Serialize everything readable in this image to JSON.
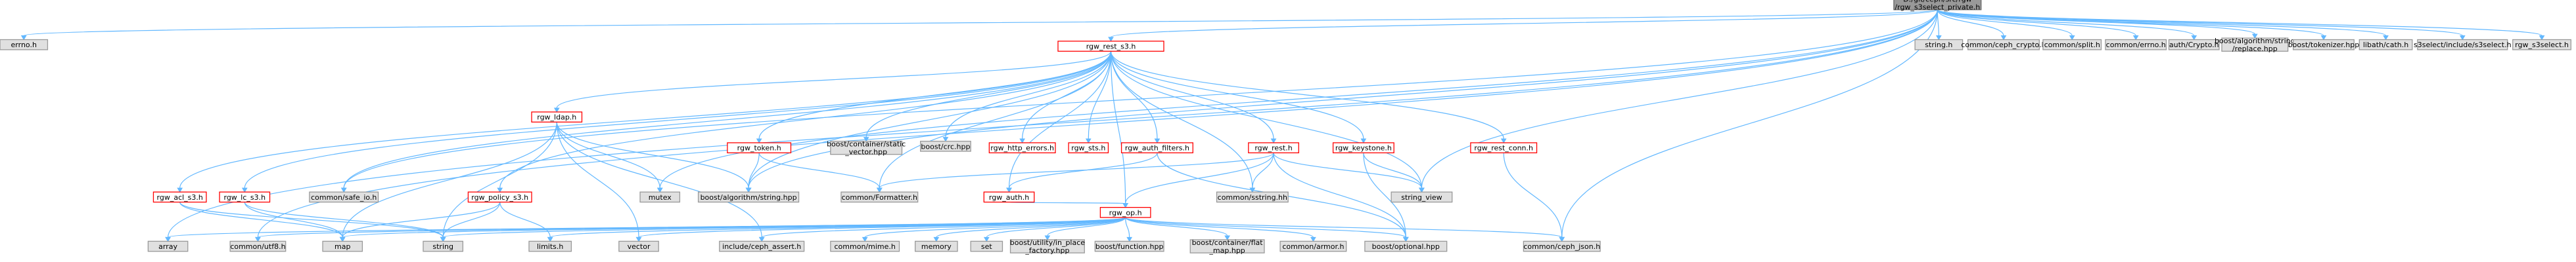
{
  "nodes": [
    {
      "id": "root",
      "lines": [
        "D:/git/ceph/src/rgw",
        "/rgw_s3select_private.h"
      ],
      "style": "focus"
    },
    {
      "id": "errno",
      "lines": [
        "errno.h"
      ],
      "style": "grey"
    },
    {
      "id": "rest_s3",
      "lines": [
        "rgw_rest_s3.h"
      ],
      "style": "red"
    },
    {
      "id": "string_h",
      "lines": [
        "string.h"
      ],
      "style": "grey"
    },
    {
      "id": "ceph_crypto",
      "lines": [
        "common/ceph_crypto.h"
      ],
      "style": "grey"
    },
    {
      "id": "split",
      "lines": [
        "common/split.h"
      ],
      "style": "grey"
    },
    {
      "id": "c_errno",
      "lines": [
        "common/errno.h"
      ],
      "style": "grey"
    },
    {
      "id": "auth_crypto",
      "lines": [
        "auth/Crypto.h"
      ],
      "style": "grey"
    },
    {
      "id": "ba_string_replace",
      "lines": [
        "boost/algorithm/string",
        "/replace.hpp"
      ],
      "style": "grey"
    },
    {
      "id": "tokenizer",
      "lines": [
        "boost/tokenizer.hpp"
      ],
      "style": "grey"
    },
    {
      "id": "libath",
      "lines": [
        "libath/cath.h"
      ],
      "style": "grey"
    },
    {
      "id": "s3select_h",
      "lines": [
        "s3select/include/s3select.h"
      ],
      "style": "grey"
    },
    {
      "id": "rgw_s3select",
      "lines": [
        "rgw_s3select.h"
      ],
      "style": "grey"
    },
    {
      "id": "ldap",
      "lines": [
        "rgw_ldap.h"
      ],
      "style": "red"
    },
    {
      "id": "token",
      "lines": [
        "rgw_token.h"
      ],
      "style": "red"
    },
    {
      "id": "static_vector",
      "lines": [
        "boost/container/static",
        "_vector.hpp"
      ],
      "style": "grey"
    },
    {
      "id": "crc",
      "lines": [
        "boost/crc.hpp"
      ],
      "style": "grey"
    },
    {
      "id": "http_errors",
      "lines": [
        "rgw_http_errors.h"
      ],
      "style": "red"
    },
    {
      "id": "sts",
      "lines": [
        "rgw_sts.h"
      ],
      "style": "red"
    },
    {
      "id": "auth_filters",
      "lines": [
        "rgw_auth_filters.h"
      ],
      "style": "red"
    },
    {
      "id": "rest",
      "lines": [
        "rgw_rest.h"
      ],
      "style": "red"
    },
    {
      "id": "keystone",
      "lines": [
        "rgw_keystone.h"
      ],
      "style": "red"
    },
    {
      "id": "rest_conn",
      "lines": [
        "rgw_rest_conn.h"
      ],
      "style": "red"
    },
    {
      "id": "acl_s3",
      "lines": [
        "rgw_acl_s3.h"
      ],
      "style": "red"
    },
    {
      "id": "lc_s3",
      "lines": [
        "rgw_lc_s3.h"
      ],
      "style": "red"
    },
    {
      "id": "safe_io",
      "lines": [
        "common/safe_io.h"
      ],
      "style": "grey"
    },
    {
      "id": "policy_s3",
      "lines": [
        "rgw_policy_s3.h"
      ],
      "style": "red"
    },
    {
      "id": "mutex",
      "lines": [
        "mutex"
      ],
      "style": "grey"
    },
    {
      "id": "ba_string",
      "lines": [
        "boost/algorithm/string.hpp"
      ],
      "style": "grey"
    },
    {
      "id": "formatter",
      "lines": [
        "common/Formatter.h"
      ],
      "style": "grey"
    },
    {
      "id": "auth",
      "lines": [
        "rgw_auth.h"
      ],
      "style": "red"
    },
    {
      "id": "sstring",
      "lines": [
        "common/sstring.hh"
      ],
      "style": "grey"
    },
    {
      "id": "string_view",
      "lines": [
        "string_view"
      ],
      "style": "grey"
    },
    {
      "id": "op",
      "lines": [
        "rgw_op.h"
      ],
      "style": "red"
    },
    {
      "id": "array",
      "lines": [
        "array"
      ],
      "style": "grey"
    },
    {
      "id": "utf8",
      "lines": [
        "common/utf8.h"
      ],
      "style": "grey"
    },
    {
      "id": "map",
      "lines": [
        "map"
      ],
      "style": "grey"
    },
    {
      "id": "string",
      "lines": [
        "string"
      ],
      "style": "grey"
    },
    {
      "id": "limits",
      "lines": [
        "limits.h"
      ],
      "style": "grey"
    },
    {
      "id": "vector",
      "lines": [
        "vector"
      ],
      "style": "grey"
    },
    {
      "id": "ceph_assert",
      "lines": [
        "include/ceph_assert.h"
      ],
      "style": "grey"
    },
    {
      "id": "mime",
      "lines": [
        "common/mime.h"
      ],
      "style": "grey"
    },
    {
      "id": "memory",
      "lines": [
        "memory"
      ],
      "style": "grey"
    },
    {
      "id": "set",
      "lines": [
        "set"
      ],
      "style": "grey"
    },
    {
      "id": "in_place",
      "lines": [
        "boost/utility/in_place",
        "_factory.hpp"
      ],
      "style": "grey"
    },
    {
      "id": "function",
      "lines": [
        "boost/function.hpp"
      ],
      "style": "grey"
    },
    {
      "id": "flat_map",
      "lines": [
        "boost/container/flat",
        "_map.hpp"
      ],
      "style": "grey"
    },
    {
      "id": "armor",
      "lines": [
        "common/armor.h"
      ],
      "style": "grey"
    },
    {
      "id": "optional",
      "lines": [
        "boost/optional.hpp"
      ],
      "style": "grey"
    },
    {
      "id": "ceph_json",
      "lines": [
        "common/ceph_json.h"
      ],
      "style": "grey"
    }
  ],
  "edges": [
    [
      "root",
      "errno"
    ],
    [
      "root",
      "rest_s3"
    ],
    [
      "root",
      "string_h"
    ],
    [
      "root",
      "ceph_crypto"
    ],
    [
      "root",
      "split"
    ],
    [
      "root",
      "c_errno"
    ],
    [
      "root",
      "auth_crypto"
    ],
    [
      "root",
      "ba_string_replace"
    ],
    [
      "root",
      "tokenizer"
    ],
    [
      "root",
      "libath"
    ],
    [
      "root",
      "s3select_h"
    ],
    [
      "root",
      "rgw_s3select"
    ],
    [
      "root",
      "array"
    ],
    [
      "root",
      "utf8"
    ],
    [
      "root",
      "safe_io"
    ],
    [
      "root",
      "ba_string"
    ],
    [
      "root",
      "string_view"
    ],
    [
      "root",
      "ceph_json"
    ],
    [
      "root",
      "mutex"
    ],
    [
      "rest_s3",
      "ldap"
    ],
    [
      "rest_s3",
      "token"
    ],
    [
      "rest_s3",
      "static_vector"
    ],
    [
      "rest_s3",
      "crc"
    ],
    [
      "rest_s3",
      "http_errors"
    ],
    [
      "rest_s3",
      "sts"
    ],
    [
      "rest_s3",
      "auth_filters"
    ],
    [
      "rest_s3",
      "rest"
    ],
    [
      "rest_s3",
      "keystone"
    ],
    [
      "rest_s3",
      "rest_conn"
    ],
    [
      "rest_s3",
      "acl_s3"
    ],
    [
      "rest_s3",
      "lc_s3"
    ],
    [
      "rest_s3",
      "policy_s3"
    ],
    [
      "rest_s3",
      "safe_io"
    ],
    [
      "rest_s3",
      "ba_string"
    ],
    [
      "rest_s3",
      "auth"
    ],
    [
      "rest_s3",
      "sstring"
    ],
    [
      "rest_s3",
      "string_view"
    ],
    [
      "rest_s3",
      "op"
    ],
    [
      "rest_s3",
      "formatter"
    ],
    [
      "ldap",
      "mutex"
    ],
    [
      "ldap",
      "ba_string"
    ],
    [
      "ldap",
      "string"
    ],
    [
      "ldap",
      "vector"
    ],
    [
      "ldap",
      "ceph_assert"
    ],
    [
      "ldap",
      "map"
    ],
    [
      "token",
      "formatter"
    ],
    [
      "token",
      "ba_string"
    ],
    [
      "auth_filters",
      "auth"
    ],
    [
      "auth_filters",
      "optional"
    ],
    [
      "rest",
      "op"
    ],
    [
      "rest",
      "sstring"
    ],
    [
      "rest",
      "string_view"
    ],
    [
      "rest",
      "optional"
    ],
    [
      "rest",
      "formatter"
    ],
    [
      "keystone",
      "string_view"
    ],
    [
      "keystone",
      "optional"
    ],
    [
      "rest_conn",
      "ceph_json"
    ],
    [
      "acl_s3",
      "map"
    ],
    [
      "acl_s3",
      "string"
    ],
    [
      "lc_s3",
      "map"
    ],
    [
      "lc_s3",
      "string"
    ],
    [
      "policy_s3",
      "limits"
    ],
    [
      "policy_s3",
      "map"
    ],
    [
      "policy_s3",
      "string"
    ],
    [
      "auth",
      "op"
    ],
    [
      "op",
      "array"
    ],
    [
      "op",
      "utf8"
    ],
    [
      "op",
      "map"
    ],
    [
      "op",
      "string"
    ],
    [
      "op",
      "limits"
    ],
    [
      "op",
      "vector"
    ],
    [
      "op",
      "ceph_assert"
    ],
    [
      "op",
      "mime"
    ],
    [
      "op",
      "memory"
    ],
    [
      "op",
      "set"
    ],
    [
      "op",
      "in_place"
    ],
    [
      "op",
      "function"
    ],
    [
      "op",
      "flat_map"
    ],
    [
      "op",
      "armor"
    ],
    [
      "op",
      "optional"
    ],
    [
      "op",
      "ceph_json"
    ]
  ]
}
